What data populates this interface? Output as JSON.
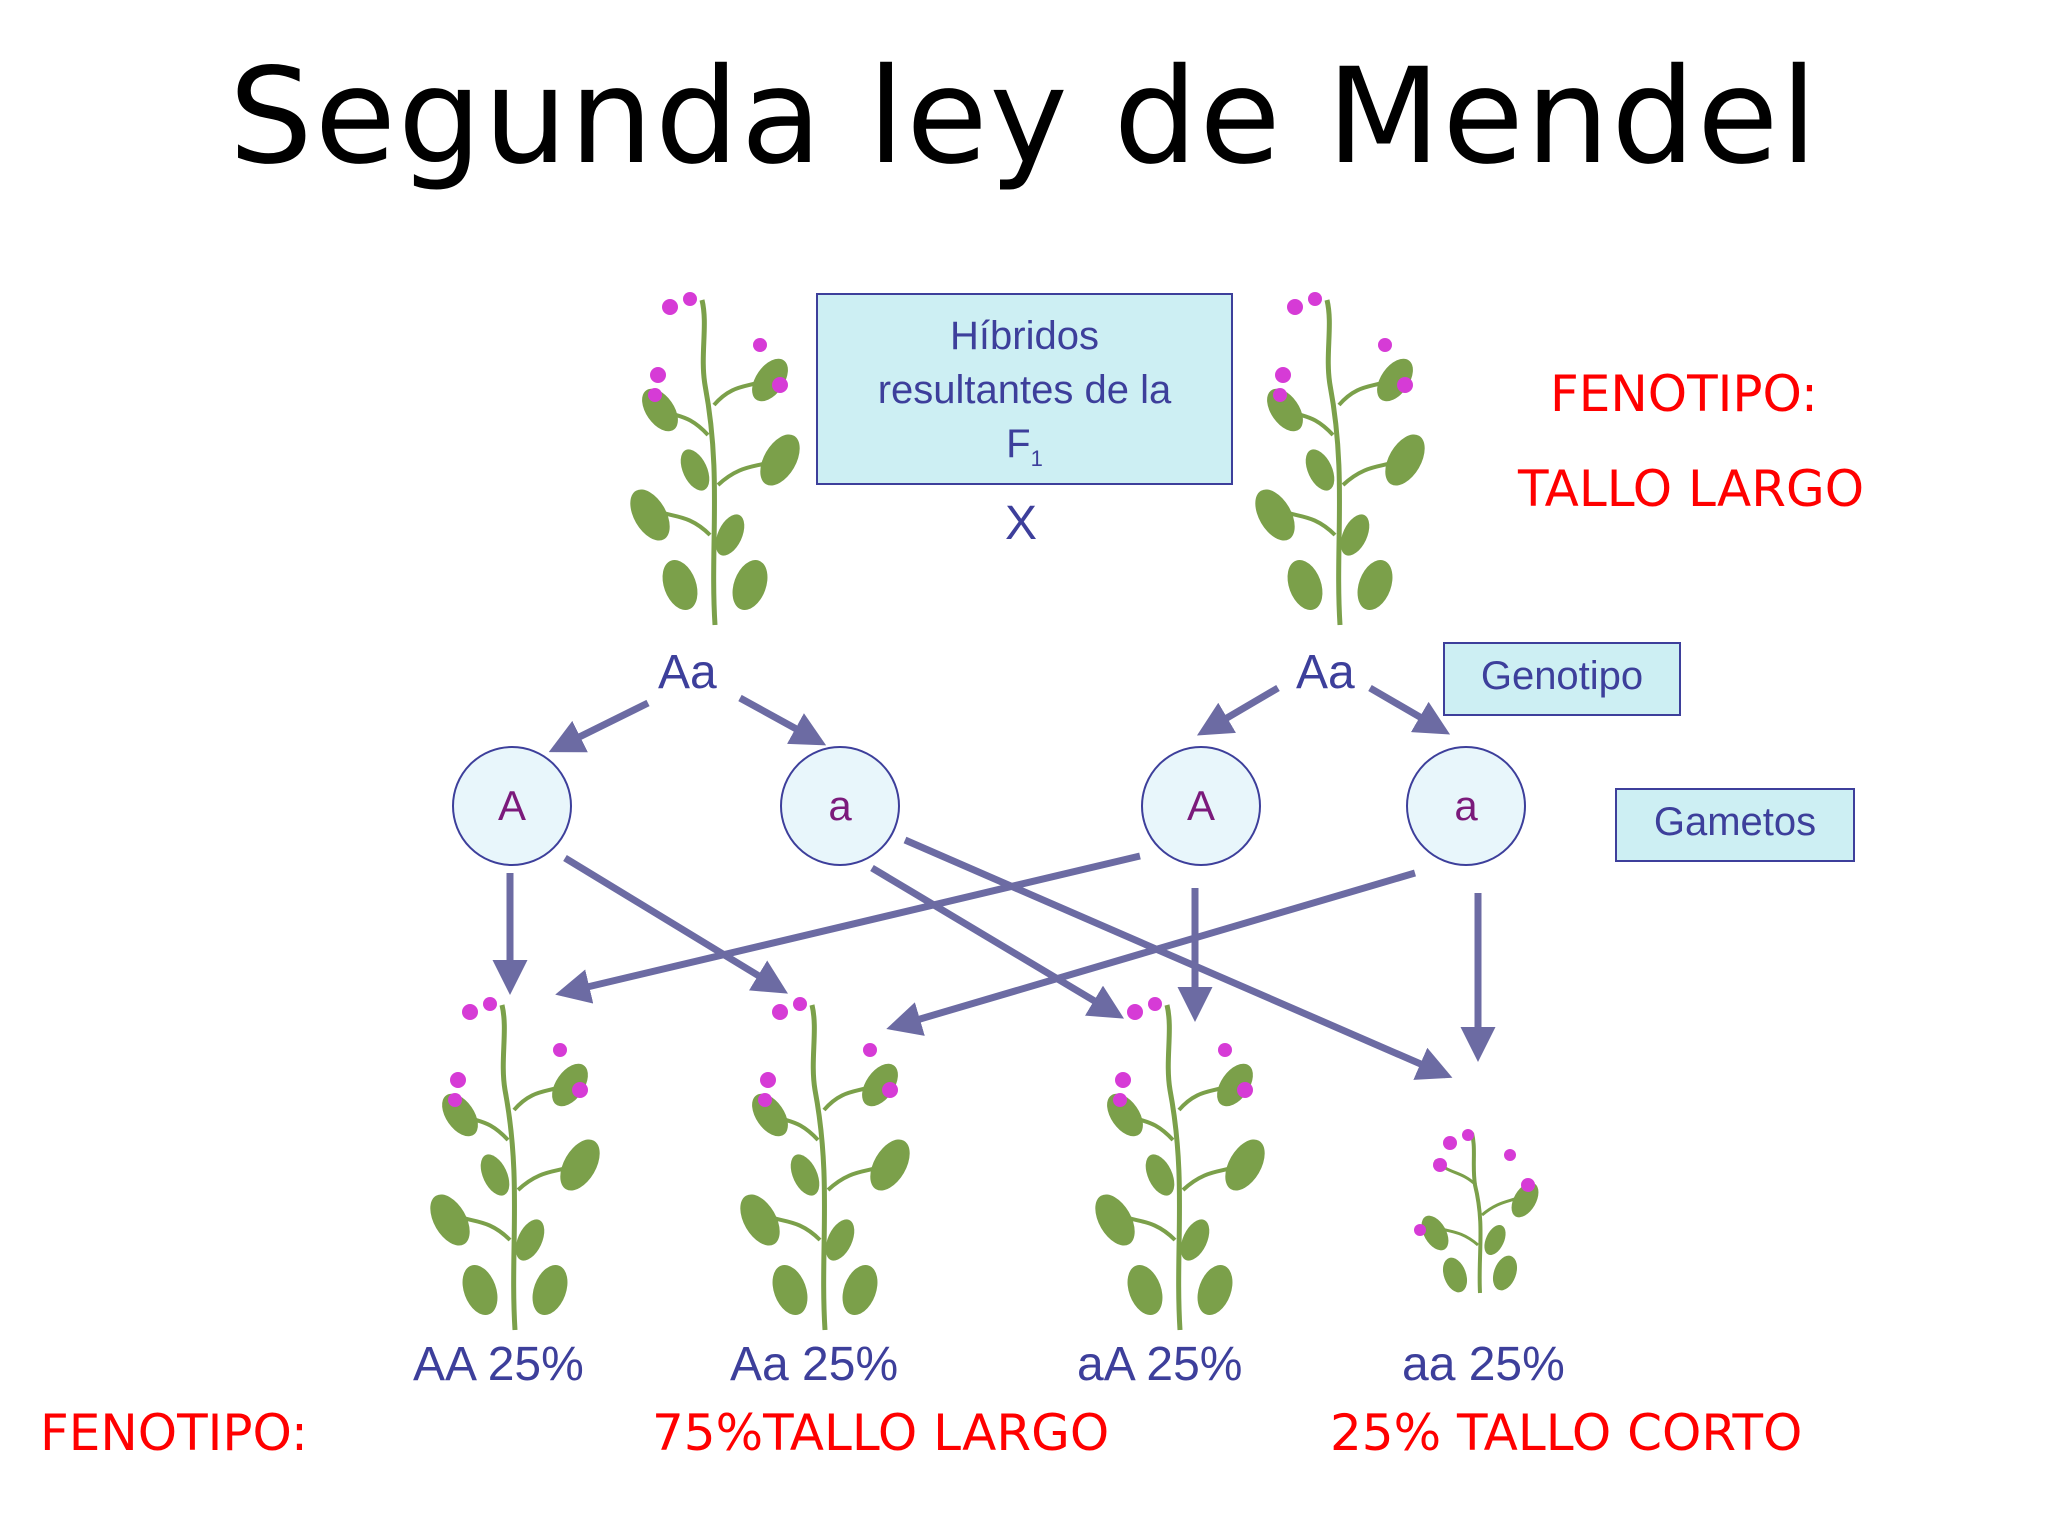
{
  "title": "Segunda ley de Mendel",
  "f1_box": {
    "line1": "Híbridos",
    "line2": "resultantes de la",
    "line3_main": "F",
    "line3_sub": "1"
  },
  "cross_symbol": "X",
  "parent_left_genotype": "Aa",
  "parent_right_genotype": "Aa",
  "genotipo_label": "Genotipo",
  "gametos_label": "Gametos",
  "gametes": [
    "A",
    "a",
    "A",
    "a"
  ],
  "phenotype_top": {
    "heading": "FENOTIPO:",
    "value": "TALLO LARGO"
  },
  "offspring": [
    {
      "genotype": "AA 25%"
    },
    {
      "genotype": "Aa 25%"
    },
    {
      "genotype": "aA 25%"
    },
    {
      "genotype": "aa 25%"
    }
  ],
  "phenotype_bottom": {
    "heading": "FENOTIPO:",
    "long": "75%TALLO LARGO",
    "short": "25% TALLO CORTO"
  },
  "colors": {
    "arrow": "#6c6ba3",
    "text_blue": "#3d3f9b",
    "text_red": "#ff0000",
    "box_fill": "#cdeff3",
    "leaf": "#7ba04a",
    "flower": "#d63bd6"
  }
}
